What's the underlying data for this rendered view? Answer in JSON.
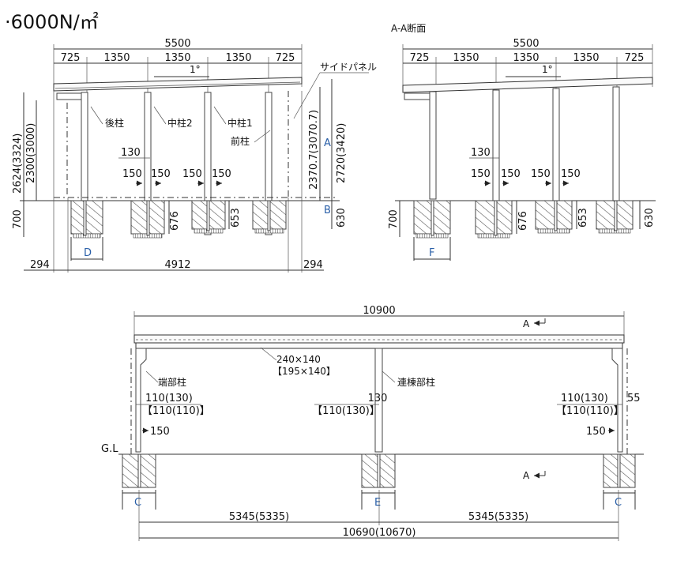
{
  "header": {
    "load_title": "·6000N/㎡"
  },
  "elevation_front": {
    "total": "5500",
    "spans": [
      "725",
      "1350",
      "1350",
      "1350",
      "725"
    ],
    "slope": "1°",
    "label_side_panel": "サイドパネル",
    "label_rear_post": "後柱",
    "label_mid_post2": "中柱2",
    "label_mid_post1": "中柱1",
    "label_front_post": "前柱",
    "dim_left_outer": "2624(3324)",
    "dim_left_inner": "2300(3000)",
    "dim_right_inner": "2370.7(3070.7)",
    "dim_right_outer": "2720(3420)",
    "mark_a": "A",
    "mark_b": "B",
    "dim_130": "130",
    "dim_150s": [
      "150",
      "150",
      "150",
      "150"
    ],
    "dim_700": "700",
    "dim_676": "676",
    "dim_653": "653",
    "dim_630": "630",
    "mark_d": "D",
    "dim_294_left": "294",
    "dim_4912": "4912",
    "dim_294_right": "294"
  },
  "section_aa": {
    "title": "A-A断面",
    "total": "5500",
    "spans": [
      "725",
      "1350",
      "1350",
      "1350",
      "725"
    ],
    "slope": "1°",
    "dim_130": "130",
    "dim_150s": [
      "150",
      "150",
      "150",
      "150"
    ],
    "dim_700": "700",
    "dim_676": "676",
    "dim_653": "653",
    "dim_630": "630",
    "mark_f": "F"
  },
  "elevation_side": {
    "total": "10900",
    "mark_a_top": "A",
    "mark_a_bottom": "A",
    "beam_size": "240×140",
    "beam_size_alt": "【195×140】",
    "label_end_post": "端部柱",
    "label_link_post": "連棟部柱",
    "post_left": "110(130)",
    "post_left_alt": "【110(110)】",
    "post_mid": "130",
    "post_mid_alt": "【110(130)】",
    "post_right": "110(130)",
    "post_right_alt": "【110(110)】",
    "dim_55": "55",
    "dim_150_left": "150",
    "dim_150_right": "150",
    "gl": "G.L",
    "mark_c_left": "C",
    "mark_e": "E",
    "mark_c_right": "C",
    "span_left": "5345(5335)",
    "span_right": "5345(5335)",
    "bottom_total": "10690(10670)"
  }
}
